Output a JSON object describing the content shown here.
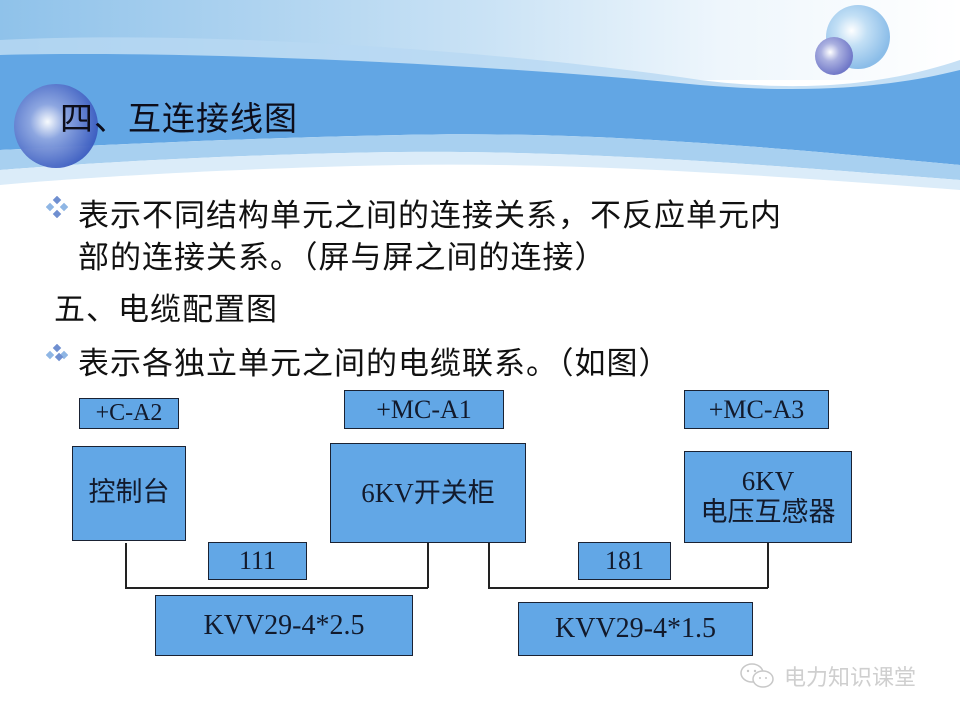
{
  "slide": {
    "heading": "四、互连接线图",
    "bullet1": {
      "icon": "diamond-bullet-icon",
      "line1": "表示不同结构单元之间的连接关系，不反应单元内",
      "line2": "部的连接关系。（屏与屏之间的连接）"
    },
    "subheading": "五、电缆配置图",
    "bullet2": {
      "icon": "diamond-bullet-icon",
      "text": "表示各独立单元之间的电缆联系。（如图）"
    }
  },
  "diagram": {
    "units": [
      {
        "tag": "+C-A2",
        "name_line1": "控制台",
        "name_line2": ""
      },
      {
        "tag": "+MC-A1",
        "name_line1": "6KV开关柜",
        "name_line2": ""
      },
      {
        "tag": "+MC-A3",
        "name_line1": "6KV",
        "name_line2": "电压互感器"
      }
    ],
    "cables": [
      {
        "number": "111",
        "type": "KVV29-4*2.5",
        "from": "+C-A2",
        "to": "+MC-A1"
      },
      {
        "number": "181",
        "type": "KVV29-4*1.5",
        "from": "+MC-A1",
        "to": "+MC-A3"
      }
    ],
    "colors": {
      "box_fill": "#62a7e6",
      "box_border": "#1a2233",
      "wire": "#222222"
    }
  },
  "watermark": {
    "icon": "wechat-icon",
    "text": "电力知识课堂"
  }
}
